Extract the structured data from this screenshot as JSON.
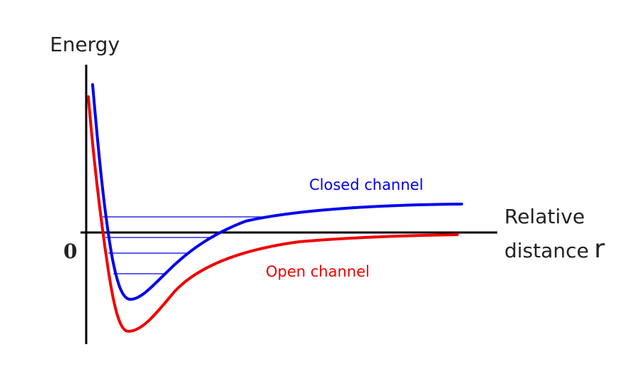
{
  "labels": {
    "energy": "Energy",
    "zero": "0",
    "relative": "Relative",
    "distance": "distance",
    "r": "r",
    "closed_channel": "Closed channel",
    "open_channel": "Open channel"
  },
  "colors": {
    "axis": "#000000",
    "closed_channel": "#0000ee",
    "open_channel": "#ee0000",
    "bound_state_lines": "#0000ee",
    "text": "#222222"
  },
  "curves": {
    "closed_channel": {
      "asymptote_energy": "positive",
      "well": "shallower"
    },
    "open_channel": {
      "asymptote_energy": 0,
      "well": "deeper"
    }
  },
  "bound_state_levels": 4
}
